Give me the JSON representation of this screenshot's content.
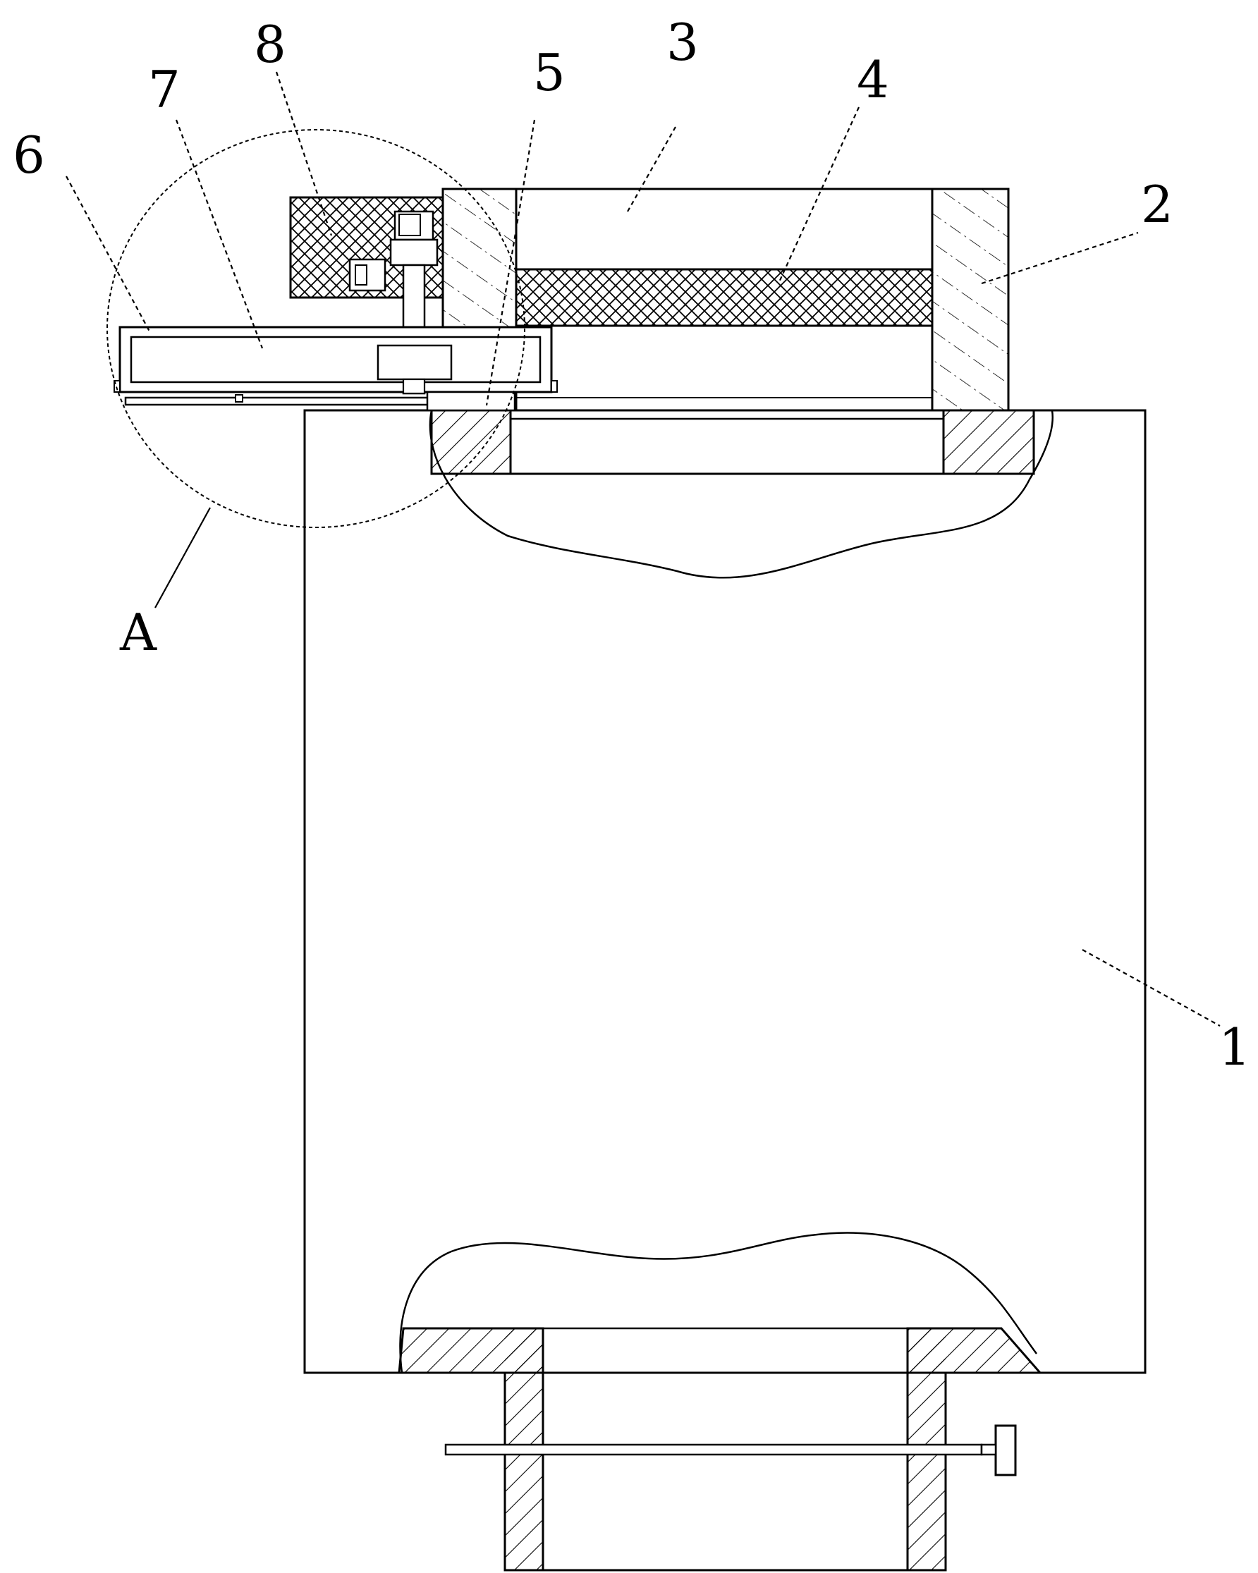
{
  "figure": {
    "labels": {
      "l1": "1",
      "l2": "2",
      "l3": "3",
      "l4": "4",
      "l5": "5",
      "l6": "6",
      "l7": "7",
      "l8": "8",
      "detailA": "A"
    }
  }
}
